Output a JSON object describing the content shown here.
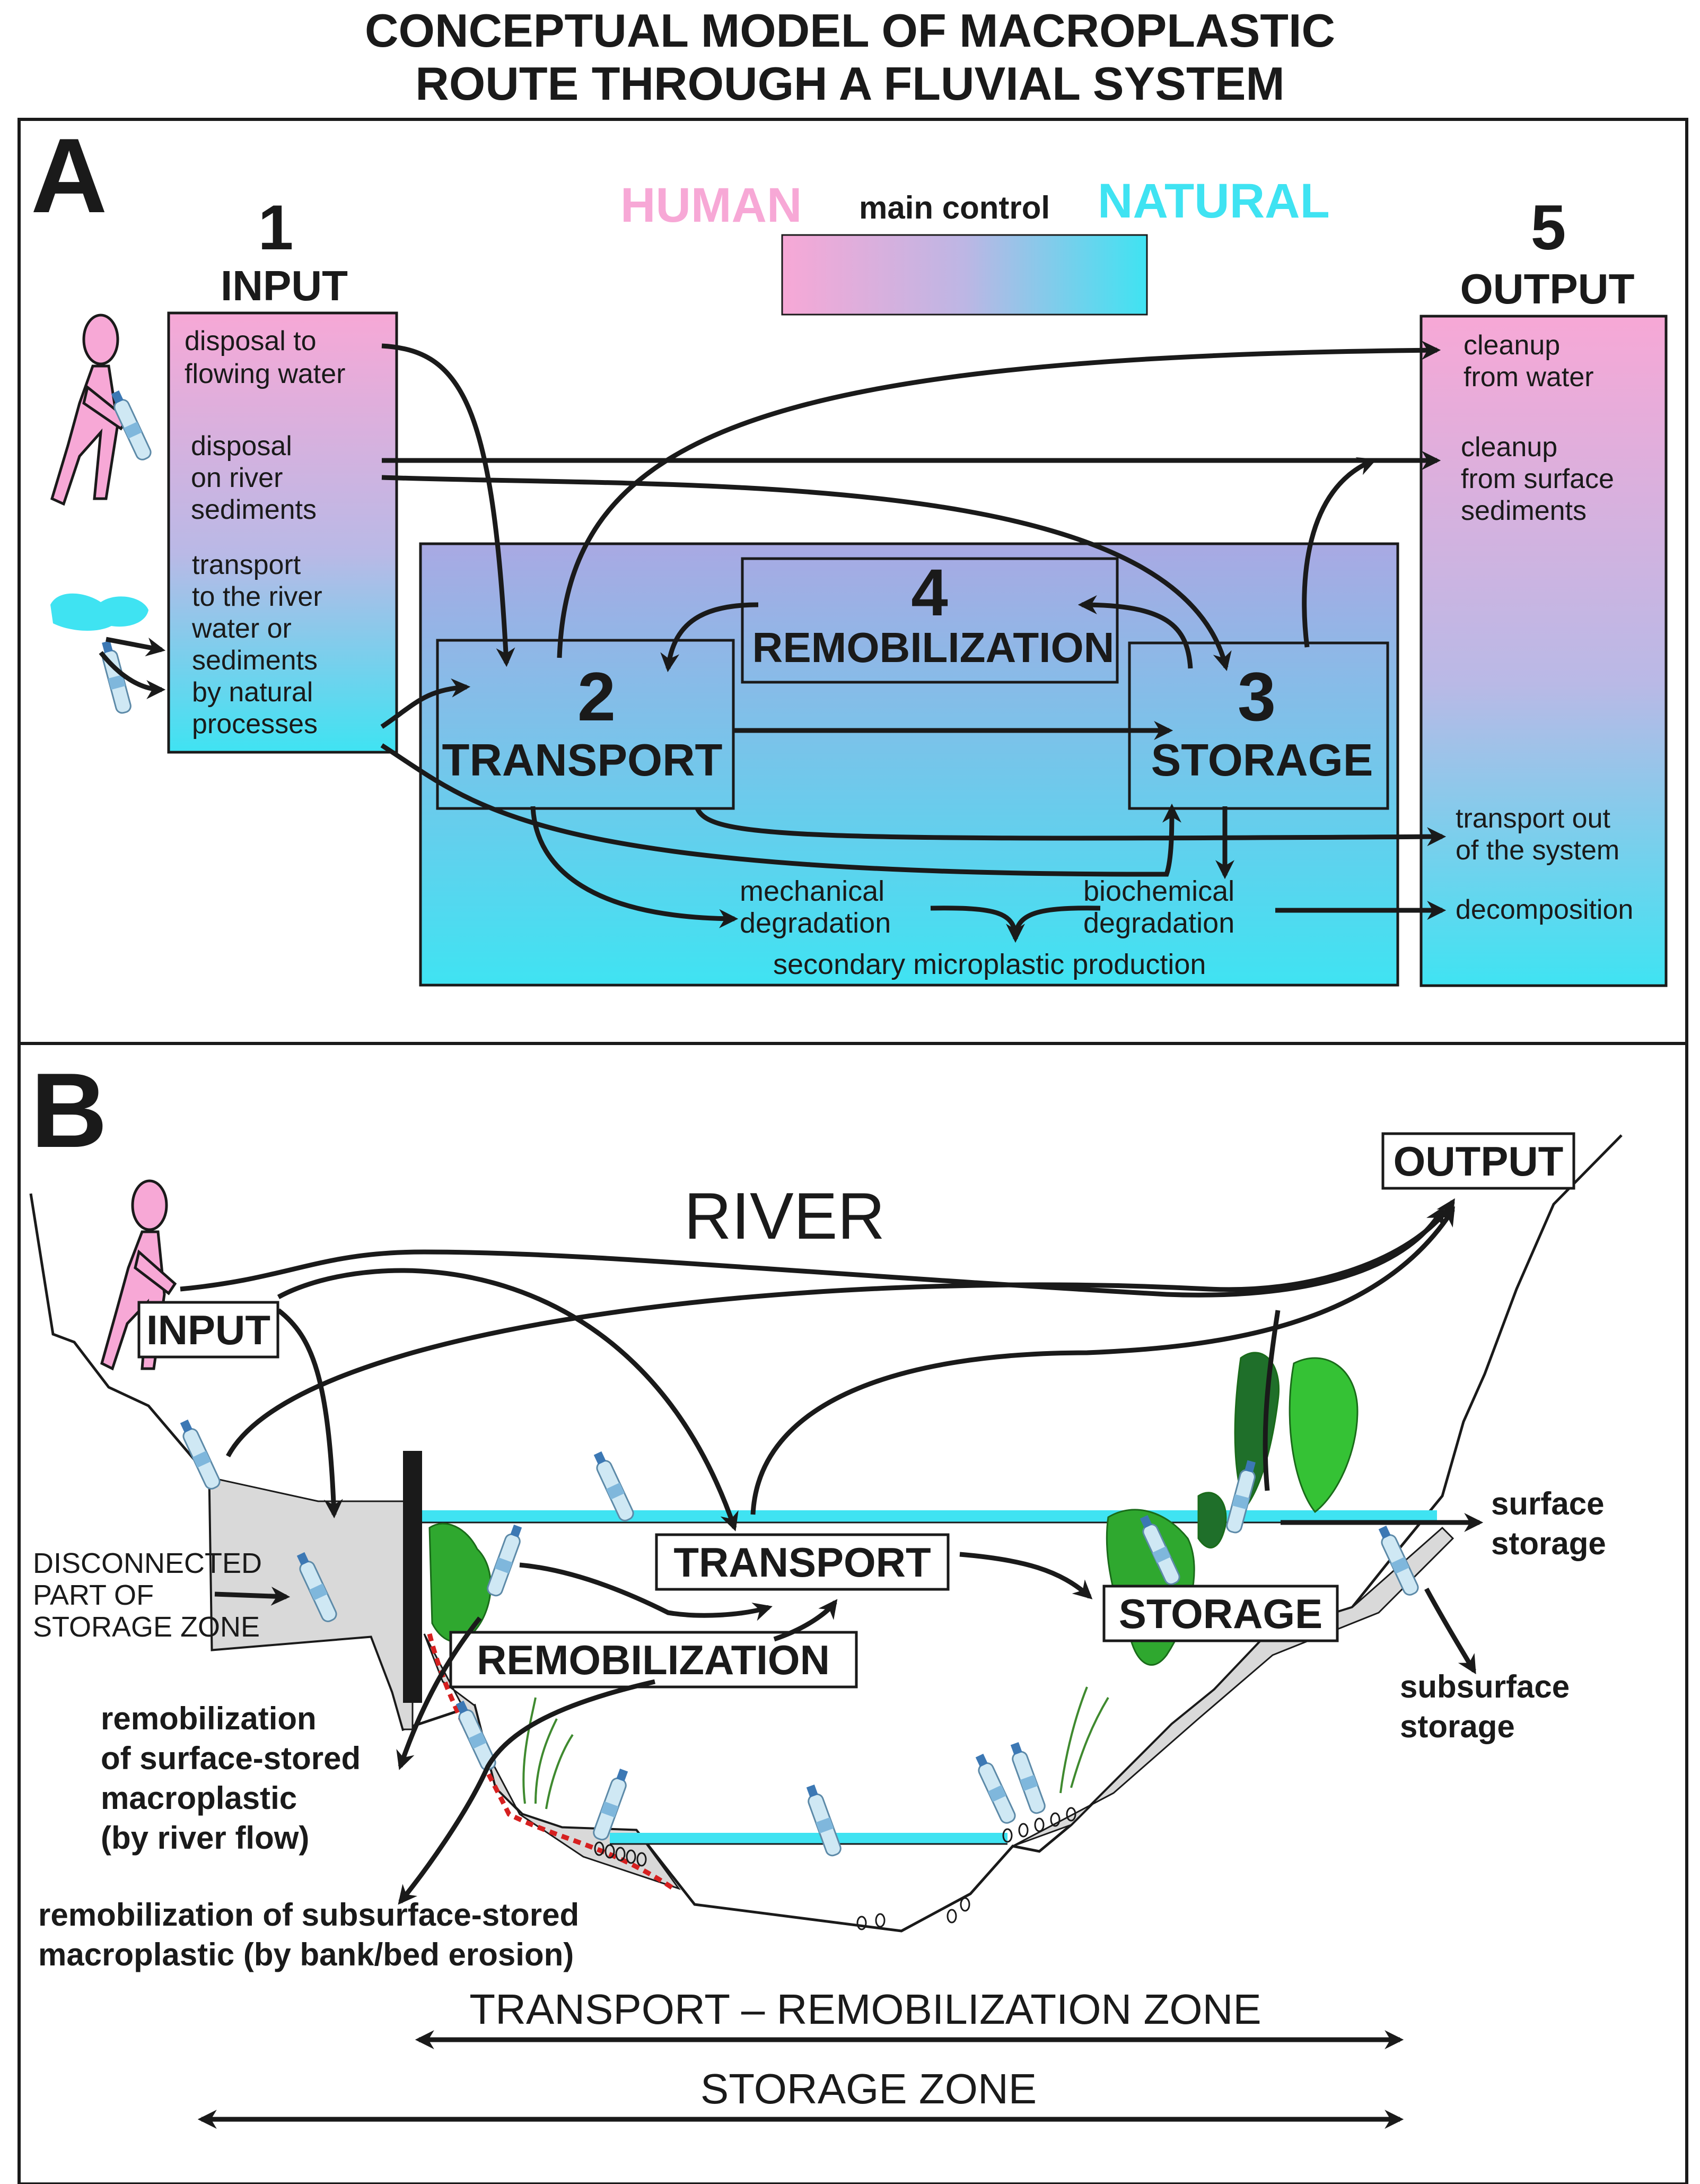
{
  "title": {
    "line1": "CONCEPTUAL MODEL OF MACROPLASTIC",
    "line2": "ROUTE THROUGH A FLUVIAL SYSTEM"
  },
  "panel_a": {
    "label": "A",
    "legend": {
      "human": "HUMAN",
      "main_control": "main control",
      "natural": "NATURAL"
    },
    "input": {
      "number": "1",
      "title": "INPUT",
      "items": [
        "disposal to",
        "flowing water",
        "disposal",
        "on river",
        "sediments",
        "transport",
        "to the river",
        "water or",
        "sediments",
        "by natural",
        "processes"
      ]
    },
    "transport": {
      "number": "2",
      "title": "TRANSPORT"
    },
    "storage": {
      "number": "3",
      "title": "STORAGE"
    },
    "remobilization": {
      "number": "4",
      "title": "REMOBILIZATION"
    },
    "output": {
      "number": "5",
      "title": "OUTPUT",
      "items": [
        "cleanup",
        "from water",
        "cleanup",
        "from surface",
        "sediments",
        "transport out",
        "of the system",
        "decomposition"
      ]
    },
    "degradation": {
      "mechanical": [
        "mechanical",
        "degradation"
      ],
      "biochemical": [
        "biochemical",
        "degradation"
      ],
      "secondary": "secondary microplastic production"
    }
  },
  "panel_b": {
    "label": "B",
    "river": "RIVER",
    "input": "INPUT",
    "output": "OUTPUT",
    "transport": "TRANSPORT",
    "storage": "STORAGE",
    "remobilization": "REMOBILIZATION",
    "disconnected": [
      "DISCONNECTED",
      "PART OF",
      "STORAGE ZONE"
    ],
    "surface_storage": [
      "surface",
      "storage"
    ],
    "subsurface_storage": [
      "subsurface",
      "storage"
    ],
    "remob_surface": [
      "remobilization",
      "of surface-stored",
      "macroplastic",
      "(by river flow)"
    ],
    "remob_subsurface": [
      "remobilization of subsurface-stored",
      "macroplastic (by bank/bed erosion)"
    ],
    "zone_transport": "TRANSPORT – REMOBILIZATION ZONE",
    "zone_storage": "STORAGE ZONE"
  },
  "colors": {
    "human": "#f7a8d6",
    "natural": "#3fe3f2",
    "ink": "#1a1a1a",
    "vegetation": "#2fa82f"
  }
}
